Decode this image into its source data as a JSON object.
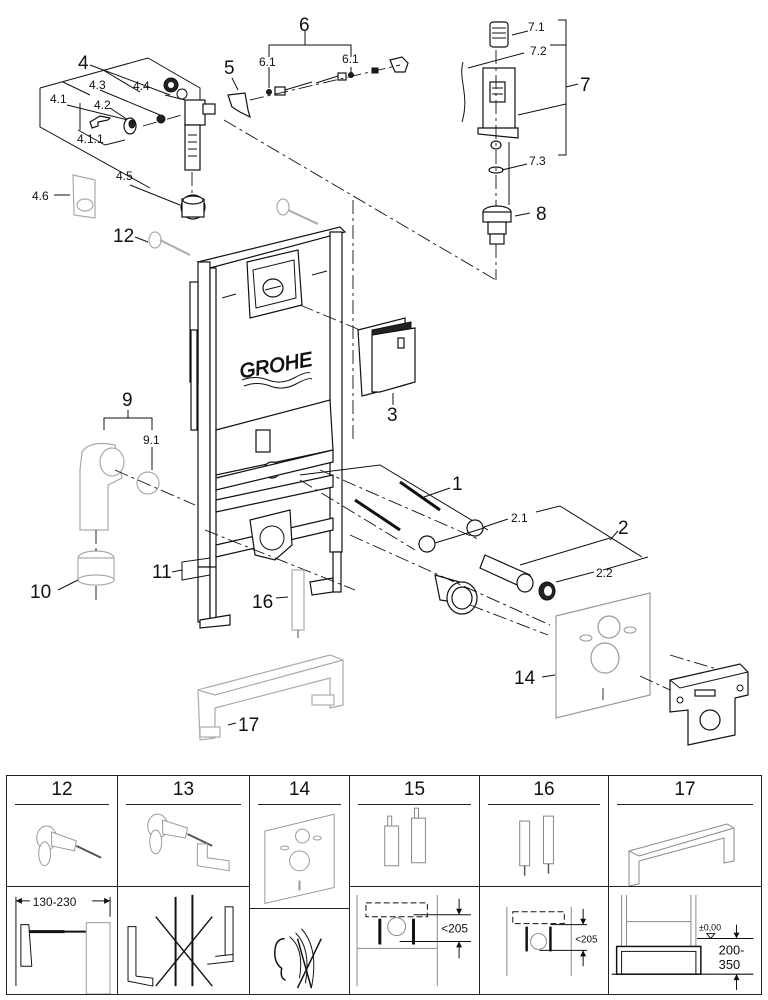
{
  "brand_logo": "GROHE",
  "diagram": {
    "title": "Exploded parts view - wall-mounted WC installation frame",
    "callouts": [
      {
        "id": "1",
        "label": "1"
      },
      {
        "id": "2",
        "label": "2"
      },
      {
        "id": "2.1",
        "label": "2.1"
      },
      {
        "id": "2.2",
        "label": "2.2"
      },
      {
        "id": "3",
        "label": "3"
      },
      {
        "id": "4",
        "label": "4"
      },
      {
        "id": "4.1",
        "label": "4.1"
      },
      {
        "id": "4.1.1",
        "label": "4.1.1"
      },
      {
        "id": "4.2",
        "label": "4.2"
      },
      {
        "id": "4.3",
        "label": "4.3"
      },
      {
        "id": "4.4",
        "label": "4.4"
      },
      {
        "id": "4.5",
        "label": "4.5"
      },
      {
        "id": "4.6",
        "label": "4.6"
      },
      {
        "id": "5",
        "label": "5"
      },
      {
        "id": "6",
        "label": "6"
      },
      {
        "id": "6.1a",
        "label": "6.1"
      },
      {
        "id": "6.1b",
        "label": "6.1"
      },
      {
        "id": "7",
        "label": "7"
      },
      {
        "id": "7.1",
        "label": "7.1"
      },
      {
        "id": "7.2",
        "label": "7.2"
      },
      {
        "id": "7.3",
        "label": "7.3"
      },
      {
        "id": "8",
        "label": "8"
      },
      {
        "id": "9",
        "label": "9"
      },
      {
        "id": "9.1",
        "label": "9.1"
      },
      {
        "id": "10",
        "label": "10"
      },
      {
        "id": "11",
        "label": "11"
      },
      {
        "id": "12",
        "label": "12"
      },
      {
        "id": "14",
        "label": "14"
      },
      {
        "id": "16",
        "label": "16"
      },
      {
        "id": "17",
        "label": "17"
      }
    ]
  },
  "accessories_table": {
    "columns": [
      {
        "number": "12",
        "dimension": "130-230"
      },
      {
        "number": "13",
        "dimension": ""
      },
      {
        "number": "14",
        "dimension": ""
      },
      {
        "number": "15",
        "dimension": "<205"
      },
      {
        "number": "16",
        "dimension": "<205"
      },
      {
        "number": "17",
        "dimension_level": "±0,00",
        "dimension_top": "200-",
        "dimension_bottom": "350"
      }
    ]
  }
}
